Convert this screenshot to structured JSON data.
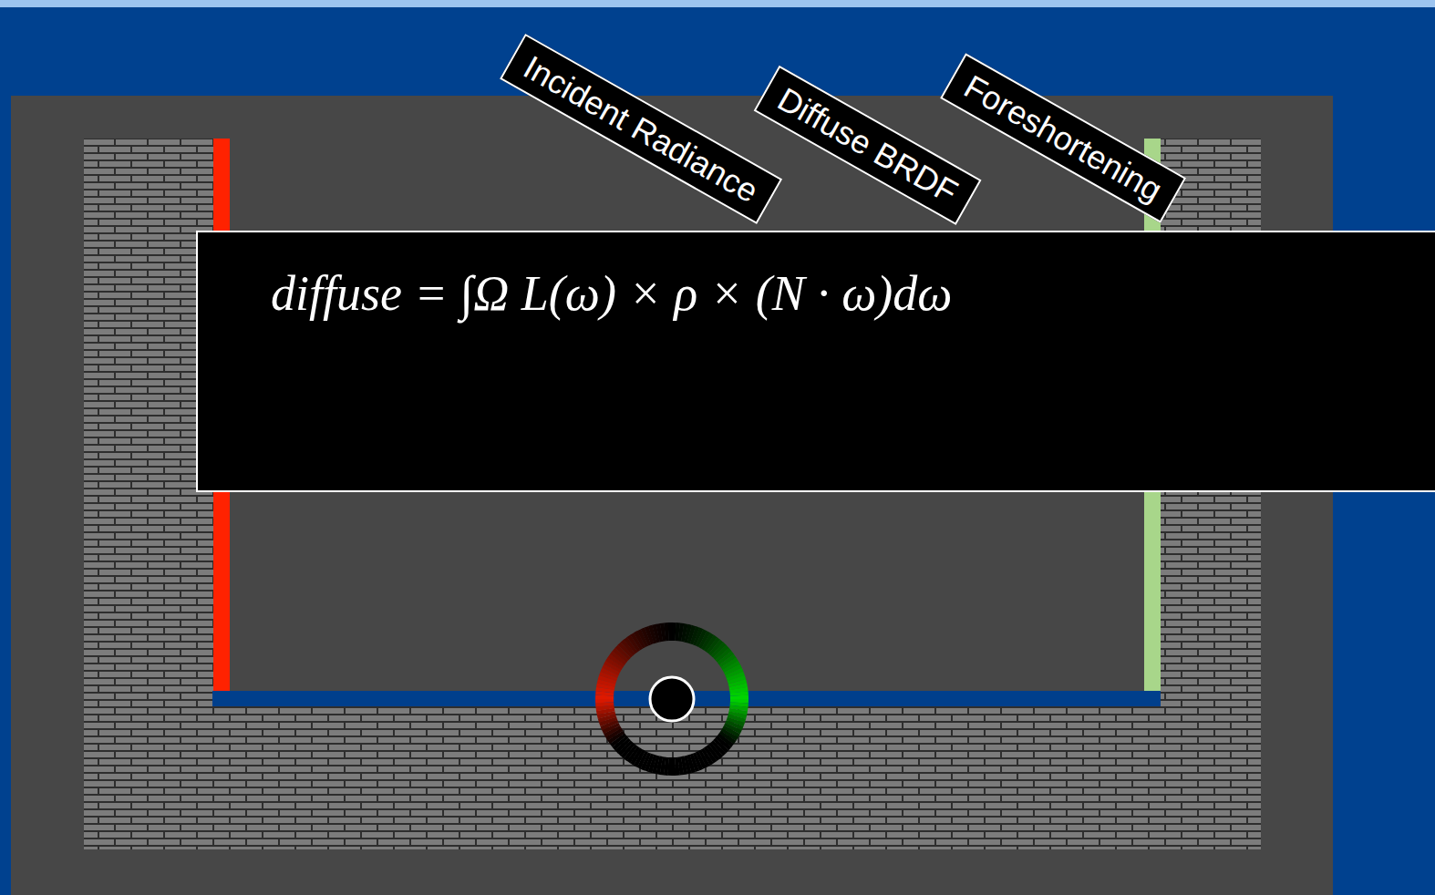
{
  "diagram": {
    "nodes": [
      {
        "text": [
          "Incident Radiance"
        ]
      },
      {
        "text": [
          "Diffuse BRDF"
        ]
      },
      {
        "text": [
          "Foreshortening"
        ]
      },
      {
        "text": [
          "diffuse = ∫Ω L(ω) × ρ × (N · ω)dω"
        ]
      }
    ]
  }
}
